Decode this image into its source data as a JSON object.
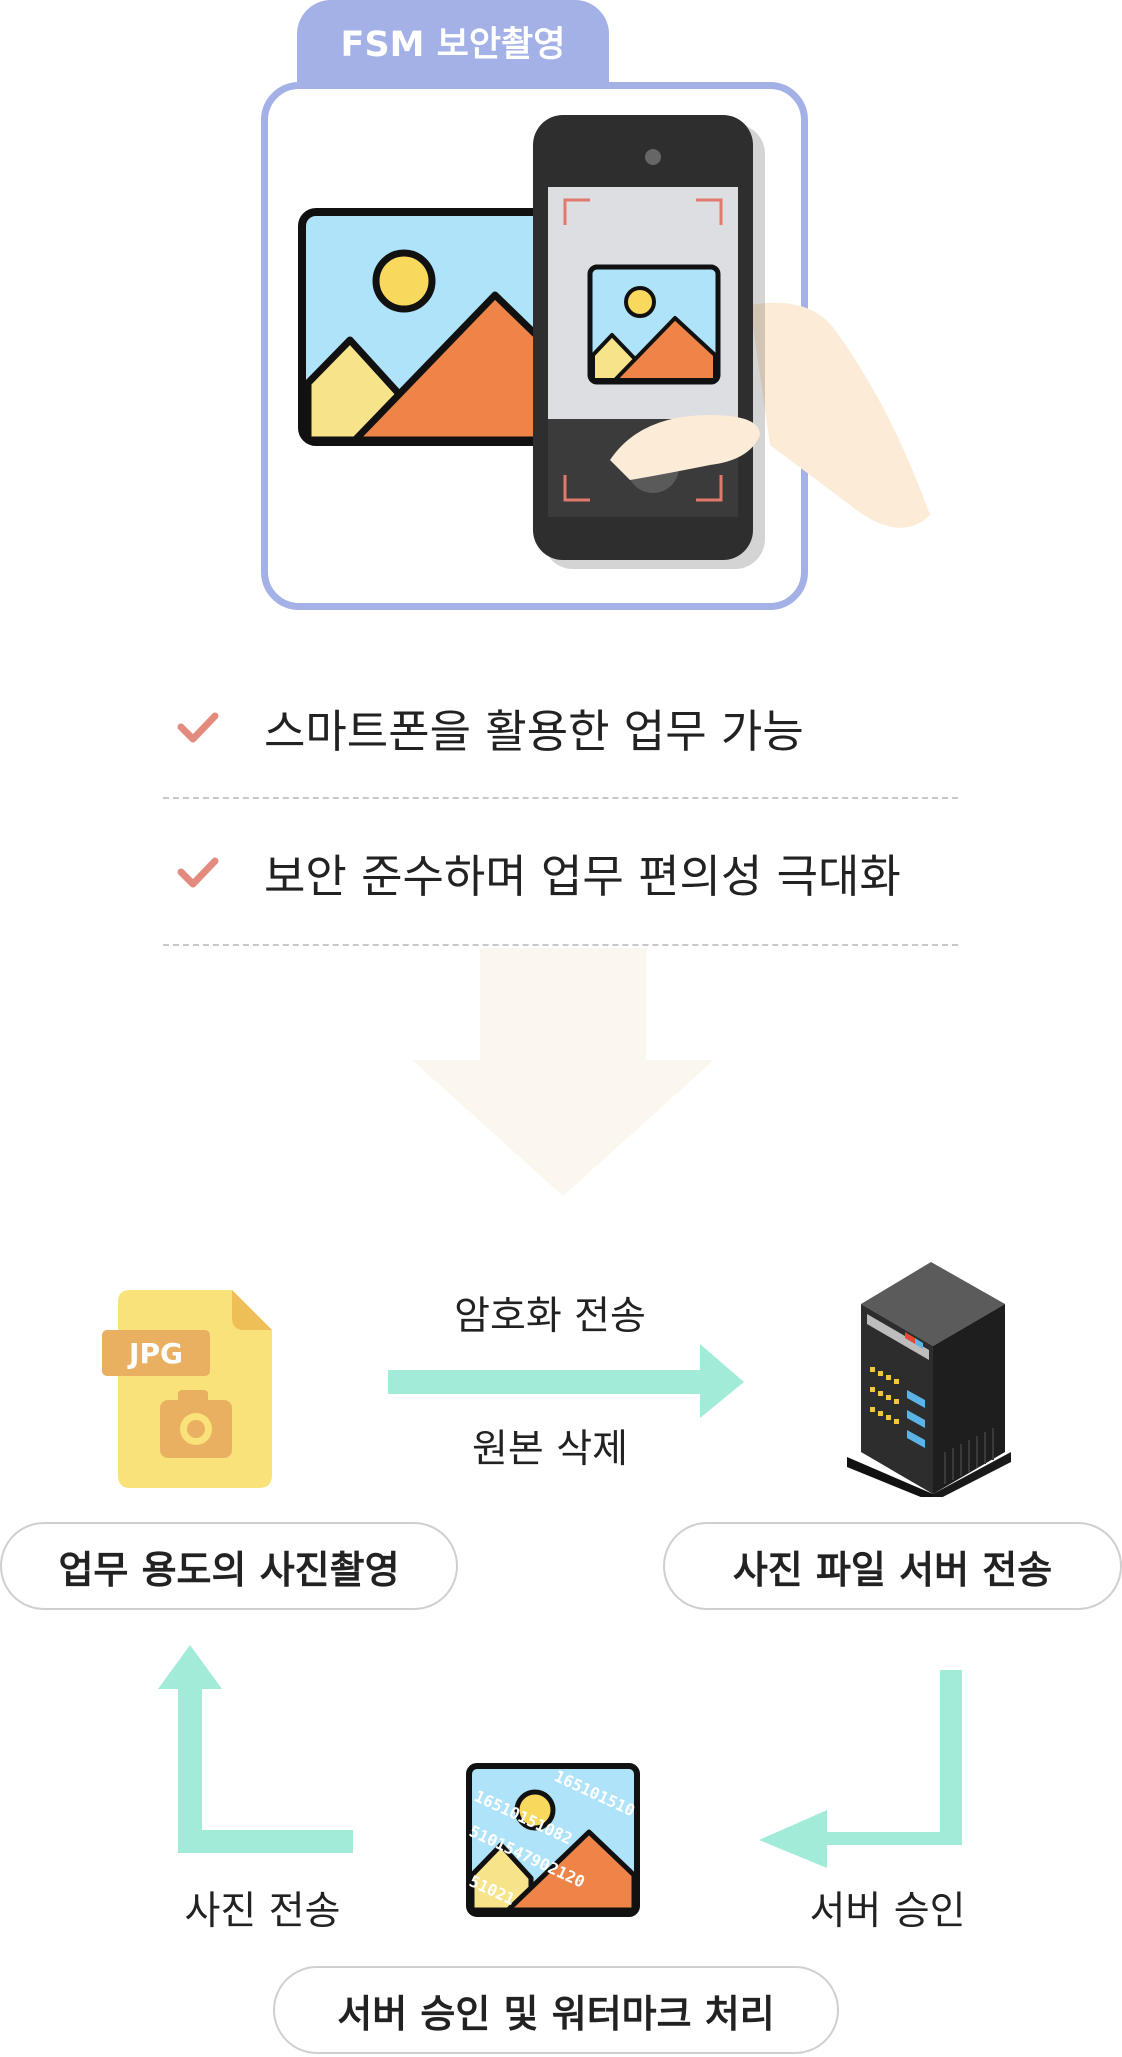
{
  "header": {
    "tab_label": "FSM 보안촬영"
  },
  "benefits": [
    {
      "text": "스마트폰을 활용한 업무 가능"
    },
    {
      "text": "보안 준수하며 업무 편의성 극대화"
    }
  ],
  "flow": {
    "file_badge": "JPG",
    "arrow_top_label": "암호화 전송",
    "arrow_bottom_label": "원본 삭제",
    "step1": "업무 용도의 사진촬영",
    "step2": "사진 파일 서버 전송",
    "step3": "서버 승인 및 워터마크 처리",
    "left_label": "사진 전송",
    "right_label": "서버 승인",
    "watermark_text": [
      "165101510",
      "16510151082",
      "5101547902120",
      "51021"
    ]
  },
  "colors": {
    "tab": "#a3b1e6",
    "arrow": "#a2ebd9",
    "check": "#e38b7e",
    "big_arrow": "#fbf7ef"
  }
}
